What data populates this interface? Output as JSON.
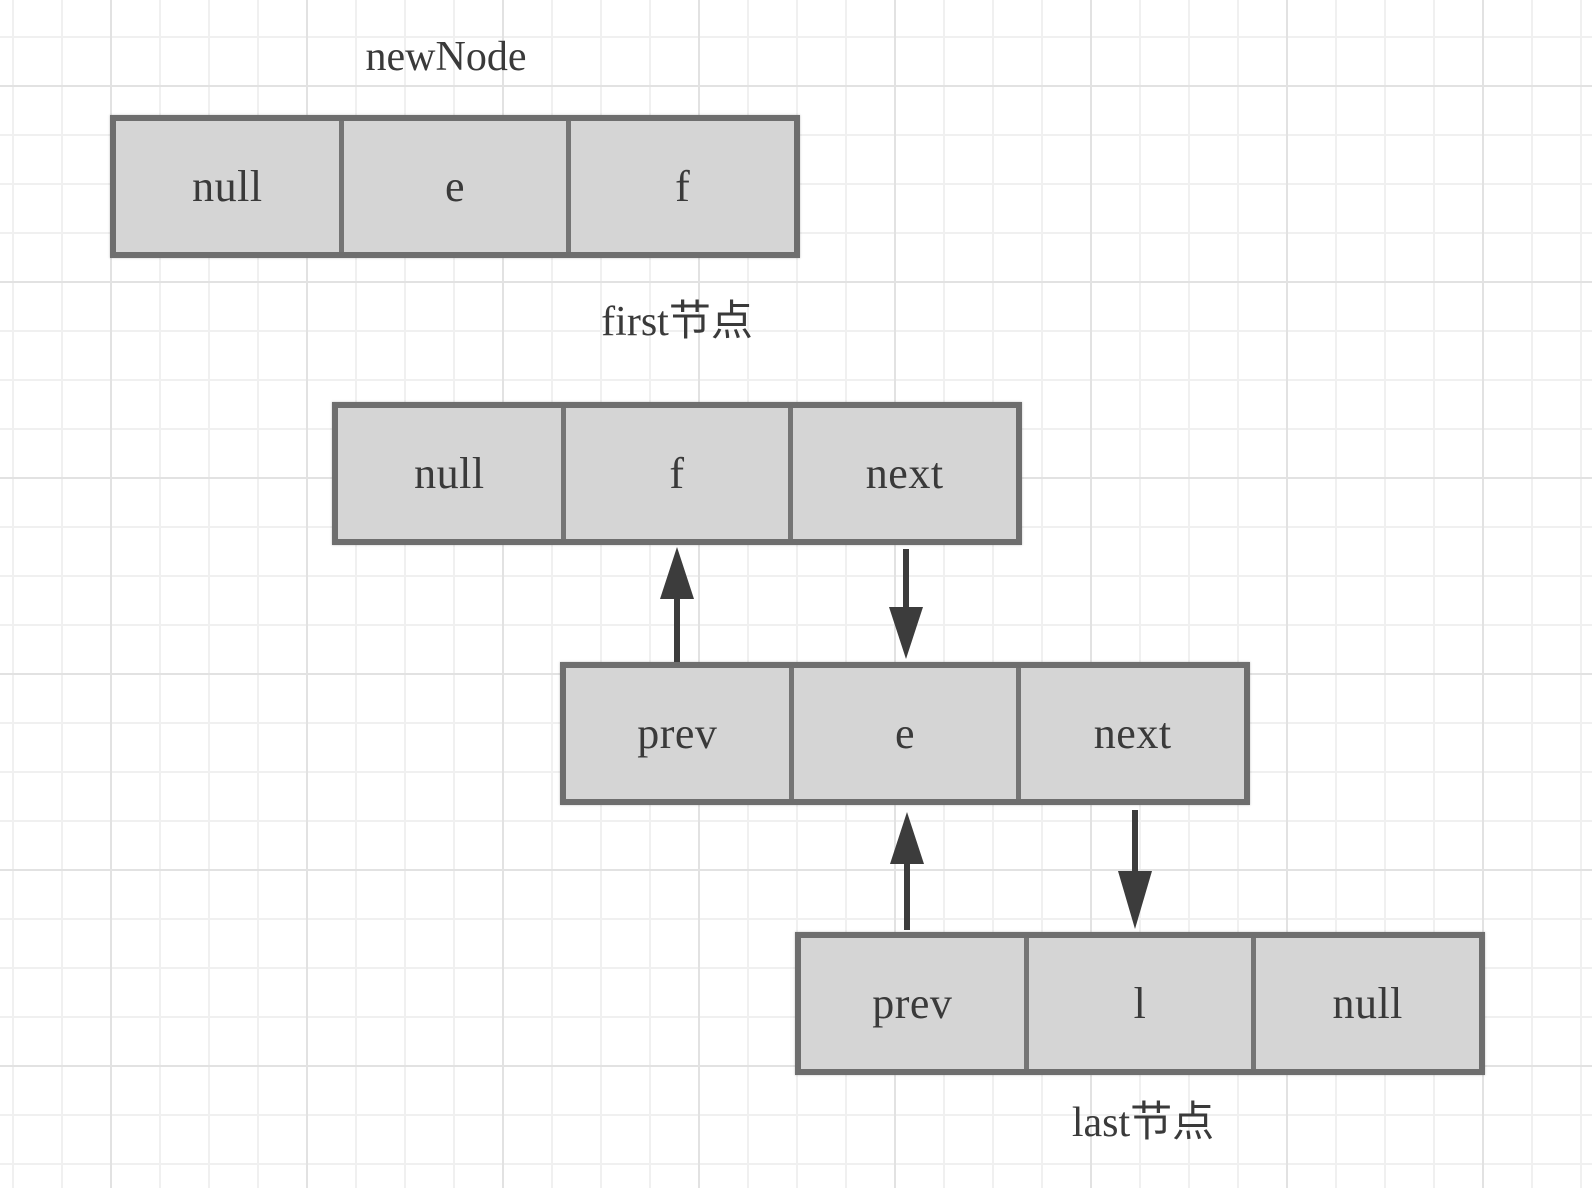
{
  "diagram": {
    "title": "LinkedList node linking diagram",
    "nodes": [
      {
        "id": "newNode",
        "label": "newNode",
        "cells": [
          "null",
          "e",
          "f"
        ]
      },
      {
        "id": "first",
        "label": "first节点",
        "cells": [
          "null",
          "f",
          "next"
        ]
      },
      {
        "id": "middle",
        "label": "",
        "cells": [
          "prev",
          "e",
          "next"
        ]
      },
      {
        "id": "last",
        "label": "last节点",
        "cells": [
          "prev",
          "l",
          "null"
        ]
      }
    ],
    "arrows": [
      {
        "name": "arrow-middle-prev-to-first",
        "direction": "up"
      },
      {
        "name": "arrow-first-next-to-middle",
        "direction": "down"
      },
      {
        "name": "arrow-last-prev-to-middle",
        "direction": "up"
      },
      {
        "name": "arrow-middle-next-to-last",
        "direction": "down"
      }
    ],
    "colors": {
      "background": "#ffffff",
      "grid_minor": "#f0f0f0",
      "grid_major": "#e2e2e2",
      "cell_fill": "#d5d5d5",
      "border": "#6e6e6e",
      "arrow": "#3c3c3c",
      "text": "#3a3a3a"
    }
  }
}
